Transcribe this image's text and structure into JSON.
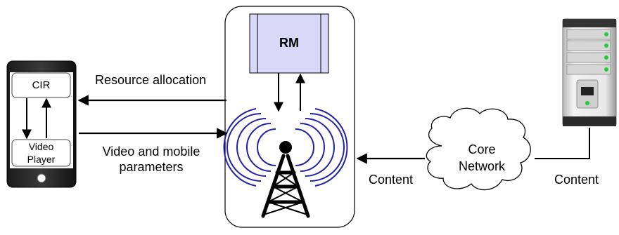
{
  "diagram": {
    "phone": {
      "cir_label": "CIR",
      "player_line1": "Video",
      "player_line2": "Player"
    },
    "rm_label": "RM",
    "edges": {
      "resource_allocation": "Resource allocation",
      "video_params_line1": "Video and mobile",
      "video_params_line2": "parameters",
      "content_left": "Content",
      "content_right": "Content"
    },
    "core_network_line1": "Core",
    "core_network_line2": "Network",
    "colors": {
      "rm_fill": "#d8d8f8",
      "stroke": "#000000",
      "wave_blue": "#2222aa",
      "server_light": "#eeeeee",
      "server_led": "#22cc33"
    }
  }
}
